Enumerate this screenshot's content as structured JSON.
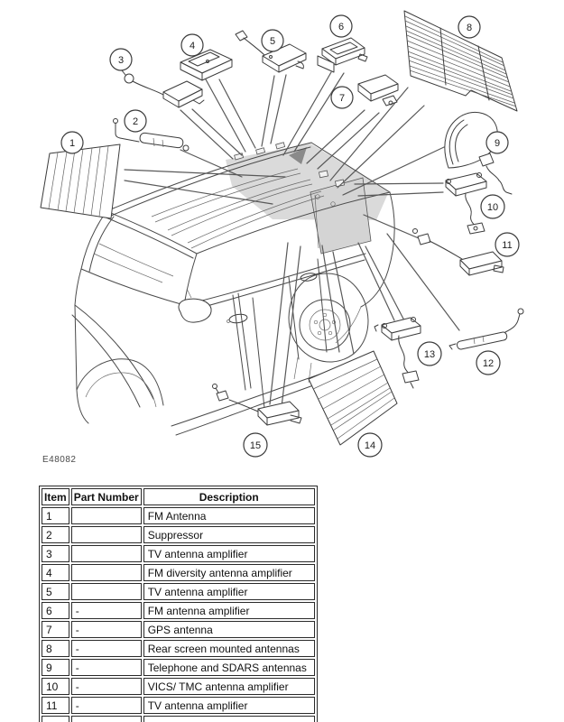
{
  "figure": {
    "code": "E48082"
  },
  "diagram": {
    "callouts": [
      {
        "number": "1"
      },
      {
        "number": "2"
      },
      {
        "number": "3"
      },
      {
        "number": "4"
      },
      {
        "number": "5"
      },
      {
        "number": "6"
      },
      {
        "number": "7"
      },
      {
        "number": "8"
      },
      {
        "number": "9"
      },
      {
        "number": "10"
      },
      {
        "number": "11"
      },
      {
        "number": "12"
      },
      {
        "number": "13"
      },
      {
        "number": "14"
      },
      {
        "number": "15"
      }
    ]
  },
  "table": {
    "headers": {
      "item": "Item",
      "part_number": "Part Number",
      "description": "Description"
    },
    "rows": [
      {
        "item": "1",
        "part_number": "",
        "description": "FM Antenna"
      },
      {
        "item": "2",
        "part_number": "",
        "description": "Suppressor"
      },
      {
        "item": "3",
        "part_number": "",
        "description": "TV antenna amplifier"
      },
      {
        "item": "4",
        "part_number": "",
        "description": "FM diversity antenna amplifier"
      },
      {
        "item": "5",
        "part_number": "",
        "description": "TV antenna amplifier"
      },
      {
        "item": "6",
        "part_number": "-",
        "description": "FM antenna amplifier"
      },
      {
        "item": "7",
        "part_number": "-",
        "description": "GPS antenna"
      },
      {
        "item": "8",
        "part_number": "-",
        "description": "Rear screen mounted antennas"
      },
      {
        "item": "9",
        "part_number": "-",
        "description": "Telephone and SDARS antennas"
      },
      {
        "item": "10",
        "part_number": "-",
        "description": "VICS/ TMC antenna amplifier"
      },
      {
        "item": "11",
        "part_number": "-",
        "description": "TV antenna amplifier"
      },
      {
        "item": "",
        "part_number": "",
        "description": ""
      }
    ]
  }
}
